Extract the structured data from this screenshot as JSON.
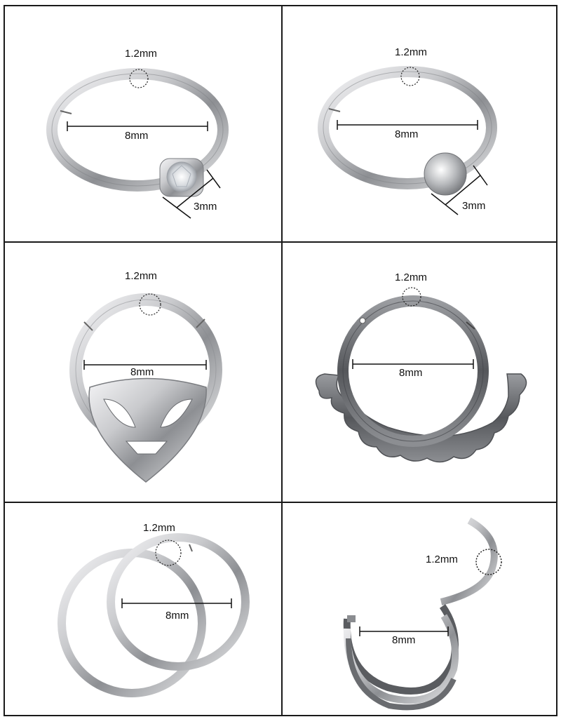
{
  "cells": [
    {
      "id": "captive-bead-gem",
      "wire": "1.2mm",
      "diameter": "8mm",
      "bead": "3mm"
    },
    {
      "id": "captive-bead-ball",
      "wire": "1.2mm",
      "diameter": "8mm",
      "bead": "3mm"
    },
    {
      "id": "alien-clicker",
      "wire": "1.2mm",
      "diameter": "8mm"
    },
    {
      "id": "flower-clicker",
      "wire": "1.2mm",
      "diameter": "8mm"
    },
    {
      "id": "double-hoop",
      "wire": "1.2mm",
      "diameter": "8mm"
    },
    {
      "id": "triple-clicker-open",
      "wire": "1.2mm",
      "diameter": "8mm"
    }
  ],
  "colors": {
    "border": "#1a1a1a",
    "metal_light": "#e8e8ea",
    "metal_dark": "#6d6f73",
    "dim_line": "#111111"
  }
}
